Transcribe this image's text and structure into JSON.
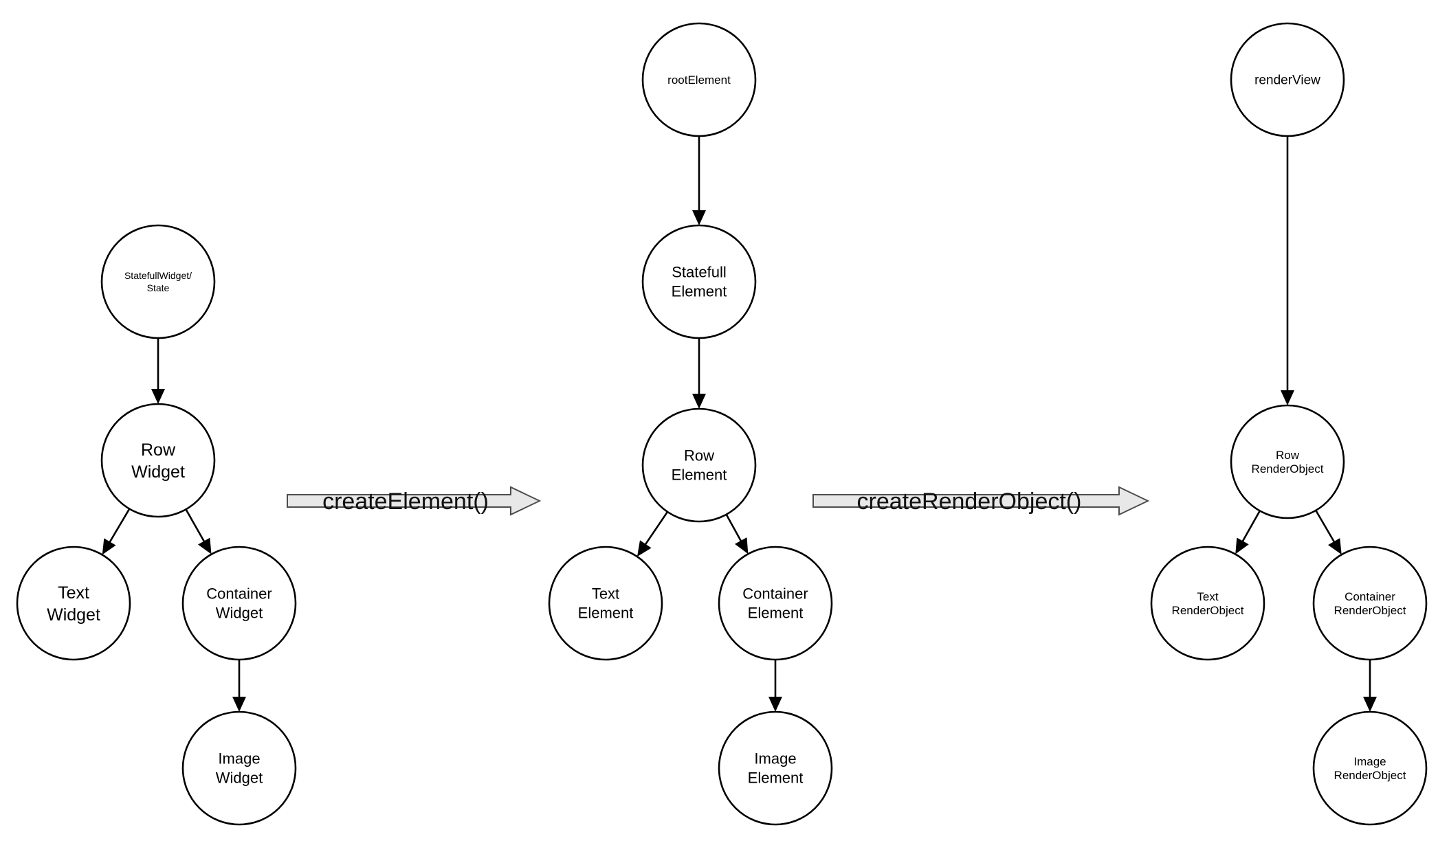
{
  "diagram": {
    "trees": [
      {
        "id": "widget-tree",
        "nodes": [
          {
            "id": "stateful-widget",
            "lines": [
              "StatefullWidget/",
              "State"
            ]
          },
          {
            "id": "row-widget",
            "lines": [
              "Row",
              "Widget"
            ]
          },
          {
            "id": "text-widget",
            "lines": [
              "Text",
              "Widget"
            ]
          },
          {
            "id": "container-widget",
            "lines": [
              "Container",
              "Widget"
            ]
          },
          {
            "id": "image-widget",
            "lines": [
              "Image",
              "Widget"
            ]
          }
        ],
        "edges": [
          {
            "from": "stateful-widget",
            "to": "row-widget"
          },
          {
            "from": "row-widget",
            "to": "text-widget"
          },
          {
            "from": "row-widget",
            "to": "container-widget"
          },
          {
            "from": "container-widget",
            "to": "image-widget"
          }
        ]
      },
      {
        "id": "element-tree",
        "nodes": [
          {
            "id": "root-element",
            "lines": [
              "rootElement"
            ]
          },
          {
            "id": "stateful-element",
            "lines": [
              "Statefull",
              "Element"
            ]
          },
          {
            "id": "row-element",
            "lines": [
              "Row",
              "Element"
            ]
          },
          {
            "id": "text-element",
            "lines": [
              "Text",
              "Element"
            ]
          },
          {
            "id": "container-element",
            "lines": [
              "Container",
              "Element"
            ]
          },
          {
            "id": "image-element",
            "lines": [
              "Image",
              "Element"
            ]
          }
        ],
        "edges": [
          {
            "from": "root-element",
            "to": "stateful-element"
          },
          {
            "from": "stateful-element",
            "to": "row-element"
          },
          {
            "from": "row-element",
            "to": "text-element"
          },
          {
            "from": "row-element",
            "to": "container-element"
          },
          {
            "from": "container-element",
            "to": "image-element"
          }
        ]
      },
      {
        "id": "render-tree",
        "nodes": [
          {
            "id": "render-view",
            "lines": [
              "renderView"
            ]
          },
          {
            "id": "row-render-object",
            "lines": [
              "Row",
              "RenderObject"
            ]
          },
          {
            "id": "text-render-object",
            "lines": [
              "Text",
              "RenderObject"
            ]
          },
          {
            "id": "container-render-object",
            "lines": [
              "Container",
              "RenderObject"
            ]
          },
          {
            "id": "image-render-object",
            "lines": [
              "Image",
              "RenderObject"
            ]
          }
        ],
        "edges": [
          {
            "from": "render-view",
            "to": "row-render-object"
          },
          {
            "from": "row-render-object",
            "to": "text-render-object"
          },
          {
            "from": "row-render-object",
            "to": "container-render-object"
          },
          {
            "from": "container-render-object",
            "to": "image-render-object"
          }
        ]
      }
    ],
    "transitions": [
      {
        "id": "create-element",
        "label": "createElement()"
      },
      {
        "id": "create-render-object",
        "label": "createRenderObject()"
      }
    ]
  }
}
